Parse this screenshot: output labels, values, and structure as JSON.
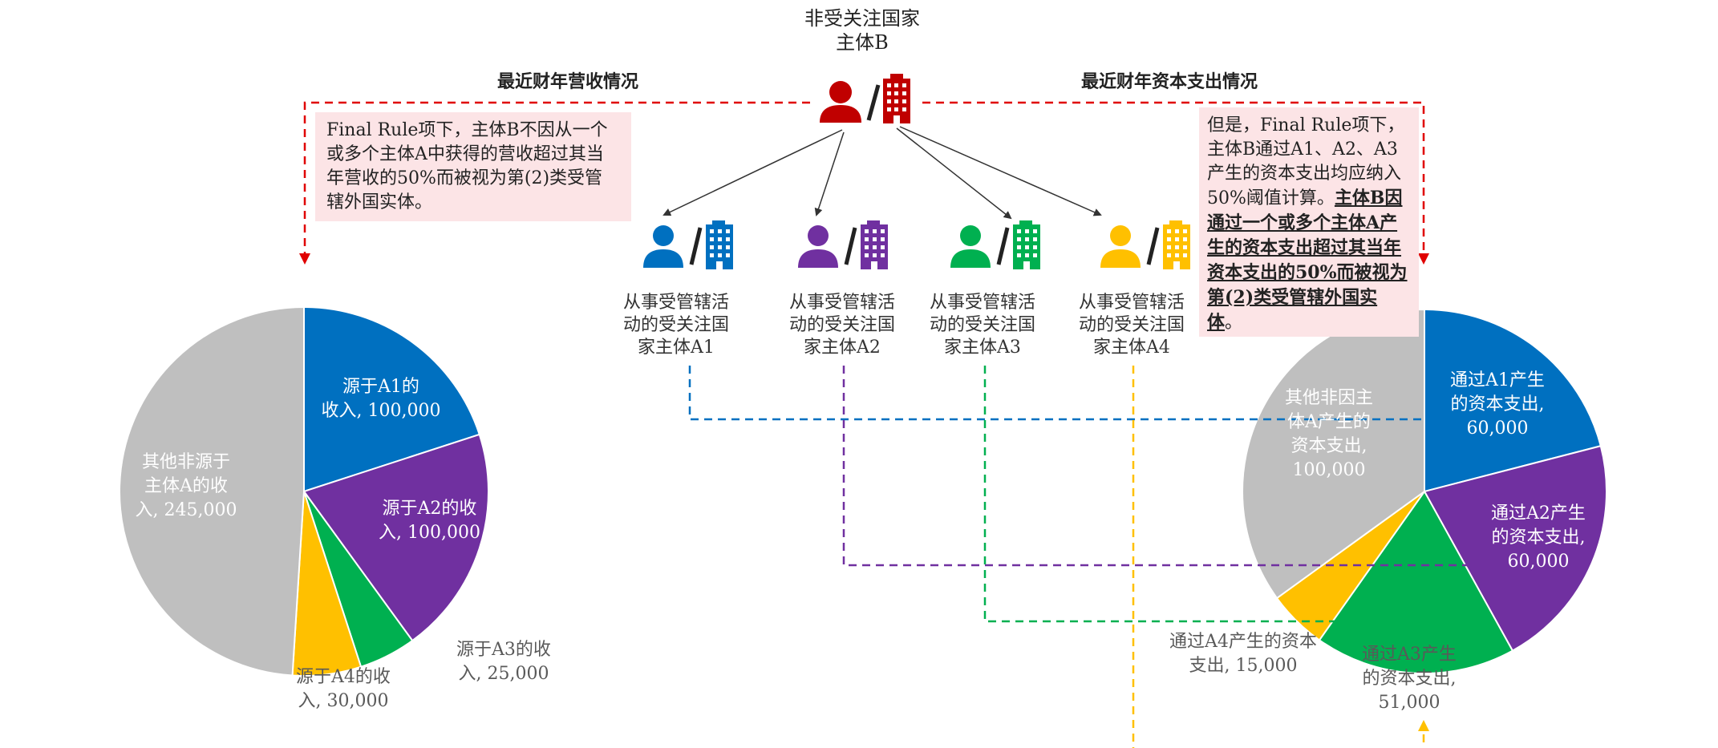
{
  "top_entity": {
    "title_line1": "非受关注国家",
    "title_line2": "主体B",
    "color": "#c00000"
  },
  "headings": {
    "left": "最近财年营收情况",
    "right": "最近财年资本支出情况"
  },
  "left_note": "Final Rule项下，主体B不因从一个或多个主体A中获得的营收超过其当年营收的50%而被视为第(2)类受管辖外国实体。",
  "right_note": {
    "plain1": "但是，Final Rule项下，主体B通过A1、A2、A3产生的资本支出均应纳入50%阈值计算。",
    "bold": "主体B因通过一个或多个主体A产生的资本支出超过其当年资本支出的50%而被视为第(2)类受管辖外国实体",
    "end": "。"
  },
  "sub_entities": [
    {
      "label": "从事受管辖活动的受关注国家主体A1",
      "color": "#0070c0"
    },
    {
      "label": "从事受管辖活动的受关注国家主体A2",
      "color": "#7030a0"
    },
    {
      "label": "从事受管辖活动的受关注国家主体A3",
      "color": "#00b050"
    },
    {
      "label": "从事受管辖活动的受关注国家主体A4",
      "color": "#ffc000"
    }
  ],
  "chart_data": [
    {
      "type": "pie",
      "title": "最近财年营收情况",
      "slices": [
        {
          "label": "源于A1的收入, 100,000",
          "value": 100000,
          "color": "#0070c0"
        },
        {
          "label": "源于A2的收入, 100,000",
          "value": 100000,
          "color": "#7030a0"
        },
        {
          "label": "源于A3的收入, 25,000",
          "value": 25000,
          "color": "#00b050"
        },
        {
          "label": "源于A4的收入, 30,000",
          "value": 30000,
          "color": "#ffc000"
        },
        {
          "label": "其他非源于主体A的收入, 245,000",
          "value": 245000,
          "color": "#bfbfbf"
        }
      ],
      "label_lines": {
        "a1": "源于A1的\n收入, 100,000",
        "a2": "源于A2的收\n入, 100,000",
        "a3": "源于A3的收\n入, 25,000",
        "a4": "源于A4的收\n入, 30,000",
        "other": "其他非源于\n主体A的收\n入, 245,000"
      }
    },
    {
      "type": "pie",
      "title": "最近财年资本支出情况",
      "slices": [
        {
          "label": "通过A1产生的资本支出, 60,000",
          "value": 60000,
          "color": "#0070c0"
        },
        {
          "label": "通过A2产生的资本支出, 60,000",
          "value": 60000,
          "color": "#7030a0"
        },
        {
          "label": "通过A3产生的资本支出, 51,000",
          "value": 51000,
          "color": "#00b050"
        },
        {
          "label": "通过A4产生的资本支出, 15,000",
          "value": 15000,
          "color": "#ffc000"
        },
        {
          "label": "其他非因主体A产生的资本支出, 100,000",
          "value": 100000,
          "color": "#bfbfbf"
        }
      ],
      "label_lines": {
        "a1": "通过A1产生\n的资本支出,\n60,000",
        "a2": "通过A2产生\n的资本支出,\n60,000",
        "a3": "通过A3产生\n的资本支出,\n51,000",
        "a4": "通过A4产生的资本\n支出, 15,000",
        "other": "其他非因主\n体A产生的\n资本支出,\n100,000"
      }
    }
  ]
}
